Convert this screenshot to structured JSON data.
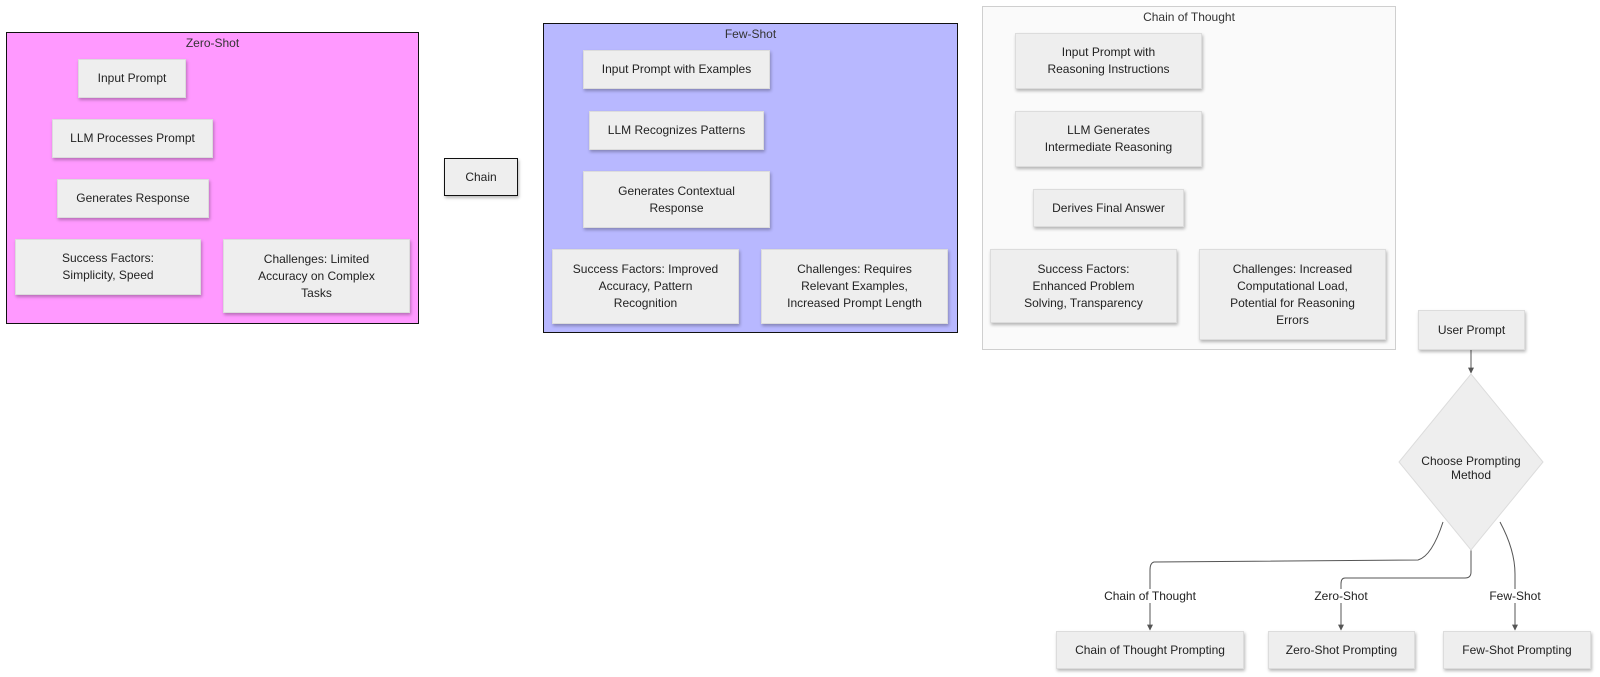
{
  "clusters": {
    "zero_shot": {
      "title": "Zero-Shot",
      "fill": "#ff99ff",
      "nodes": {
        "input": "Input Prompt",
        "process": "LLM Processes Prompt",
        "response": "Generates Response",
        "success": "Success Factors:\nSimplicity, Speed",
        "challenges": "Challenges: Limited\nAccuracy on Complex\nTasks"
      }
    },
    "few_shot": {
      "title": "Few-Shot",
      "fill": "#b8b8ff",
      "nodes": {
        "input": "Input Prompt with Examples",
        "process": "LLM Recognizes Patterns",
        "response": "Generates Contextual\nResponse",
        "success": "Success Factors: Improved\nAccuracy, Pattern\nRecognition",
        "challenges": "Challenges: Requires\nRelevant Examples,\nIncreased Prompt Length"
      }
    },
    "cot": {
      "title": "Chain of Thought",
      "fill": "#fafafa",
      "nodes": {
        "input": "Input Prompt with\nReasoning Instructions",
        "process": "LLM Generates\nIntermediate Reasoning",
        "response": "Derives Final Answer",
        "success": "Success Factors:\nEnhanced Problem\nSolving, Transparency",
        "challenges": "Challenges: Increased\nComputational Load,\nPotential for Reasoning\nErrors"
      }
    }
  },
  "standalone": {
    "chain": "Chain",
    "user_prompt": "User Prompt",
    "decision": "Choose Prompting Method",
    "cot_prompting": "Chain of Thought Prompting",
    "zero_shot_prompting": "Zero-Shot Prompting",
    "few_shot_prompting": "Few-Shot Prompting"
  },
  "edge_labels": {
    "cot": "Chain of Thought",
    "zero_shot": "Zero-Shot",
    "few_shot": "Few-Shot"
  },
  "colors": {
    "node_fill": "#eeeeee",
    "edge": "#555555",
    "cluster_border": "#111111"
  }
}
